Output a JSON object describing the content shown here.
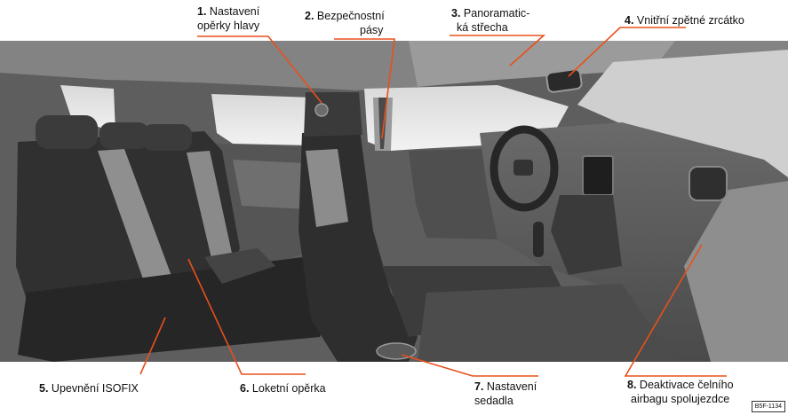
{
  "callouts": [
    {
      "num": "1.",
      "lines": [
        "Nastavení",
        "opěrky hlavy"
      ]
    },
    {
      "num": "2.",
      "lines": [
        "Bezpečnostní",
        "pásy"
      ]
    },
    {
      "num": "3.",
      "lines": [
        "Panoramatic-",
        "ká střecha"
      ]
    },
    {
      "num": "4.",
      "lines": [
        "Vnitřní zpětné zrcátko"
      ]
    },
    {
      "num": "5.",
      "lines": [
        "Upevnění ISOFIX"
      ]
    },
    {
      "num": "6.",
      "lines": [
        "Loketní opěrka"
      ]
    },
    {
      "num": "7.",
      "lines": [
        "Nastavení",
        "sedadla"
      ]
    },
    {
      "num": "8.",
      "lines": [
        "Deaktivace čelního",
        "airbagu spolujezdce"
      ]
    }
  ],
  "image_ref": "B5F-1134",
  "colors": {
    "leader": "#e8501c",
    "dark": "#2a2a2a",
    "mid": "#6e6e6e",
    "light": "#9a9a9a"
  }
}
